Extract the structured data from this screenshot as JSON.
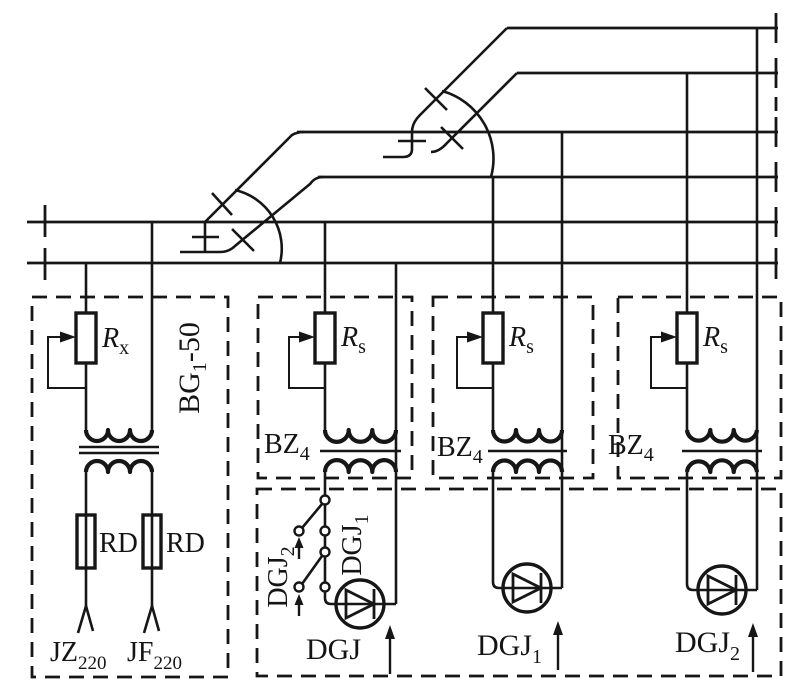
{
  "diagram": {
    "kind": "relay-protection secondary circuit schematic (scanned textbook figure)",
    "colors": {
      "ink": "#161616",
      "paper": "#ffffff"
    },
    "bus_lines_count": 6,
    "units": [
      "BG1-50 power unit",
      "BZ4 unit with DGJ relay",
      "BZ4 unit with DGJ1 relay",
      "BZ4 unit with DGJ2 relay"
    ]
  },
  "labels": {
    "rx": {
      "main": "R",
      "sub": "x"
    },
    "rs": {
      "main": "R",
      "sub": "s"
    },
    "bg150": {
      "main": "BG",
      "sub": "1",
      "rest": "-50"
    },
    "bz4": {
      "main": "BZ",
      "sub": "4"
    },
    "rd": "RD",
    "jz220": {
      "main": "JZ",
      "sub": "220"
    },
    "jf220": {
      "main": "JF",
      "sub": "220"
    },
    "dgj": "DGJ",
    "dgj1": {
      "main": "DGJ",
      "sub": "1"
    },
    "dgj2": {
      "main": "DGJ",
      "sub": "2"
    }
  }
}
